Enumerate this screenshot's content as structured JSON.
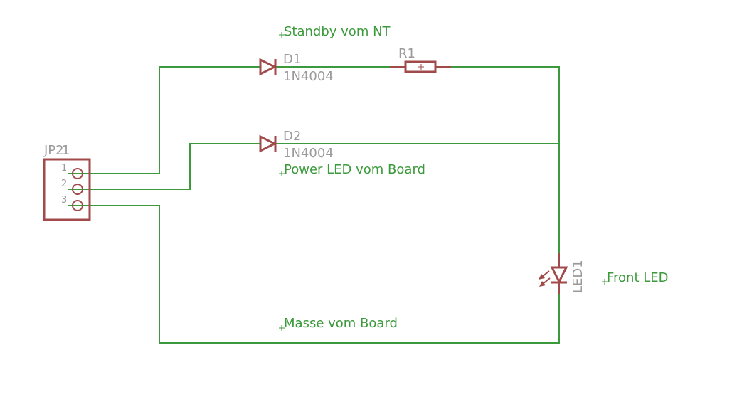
{
  "connector": {
    "name": "JP2",
    "name_overlay": "1",
    "pins": [
      "1",
      "2",
      "3"
    ]
  },
  "diode1": {
    "name": "D1",
    "value": "1N4004"
  },
  "diode2": {
    "name": "D2",
    "value": "1N4004"
  },
  "resistor": {
    "name": "R1"
  },
  "led": {
    "name": "LED1"
  },
  "net_labels": {
    "standby": "Standby vom NT",
    "power_led": "Power LED vom Board",
    "front_led": "Front LED",
    "ground": "Masse vom Board"
  },
  "colors": {
    "wire": "#3c9a3c",
    "symbol": "#a14a4a",
    "name_text": "#9a9a9a"
  }
}
